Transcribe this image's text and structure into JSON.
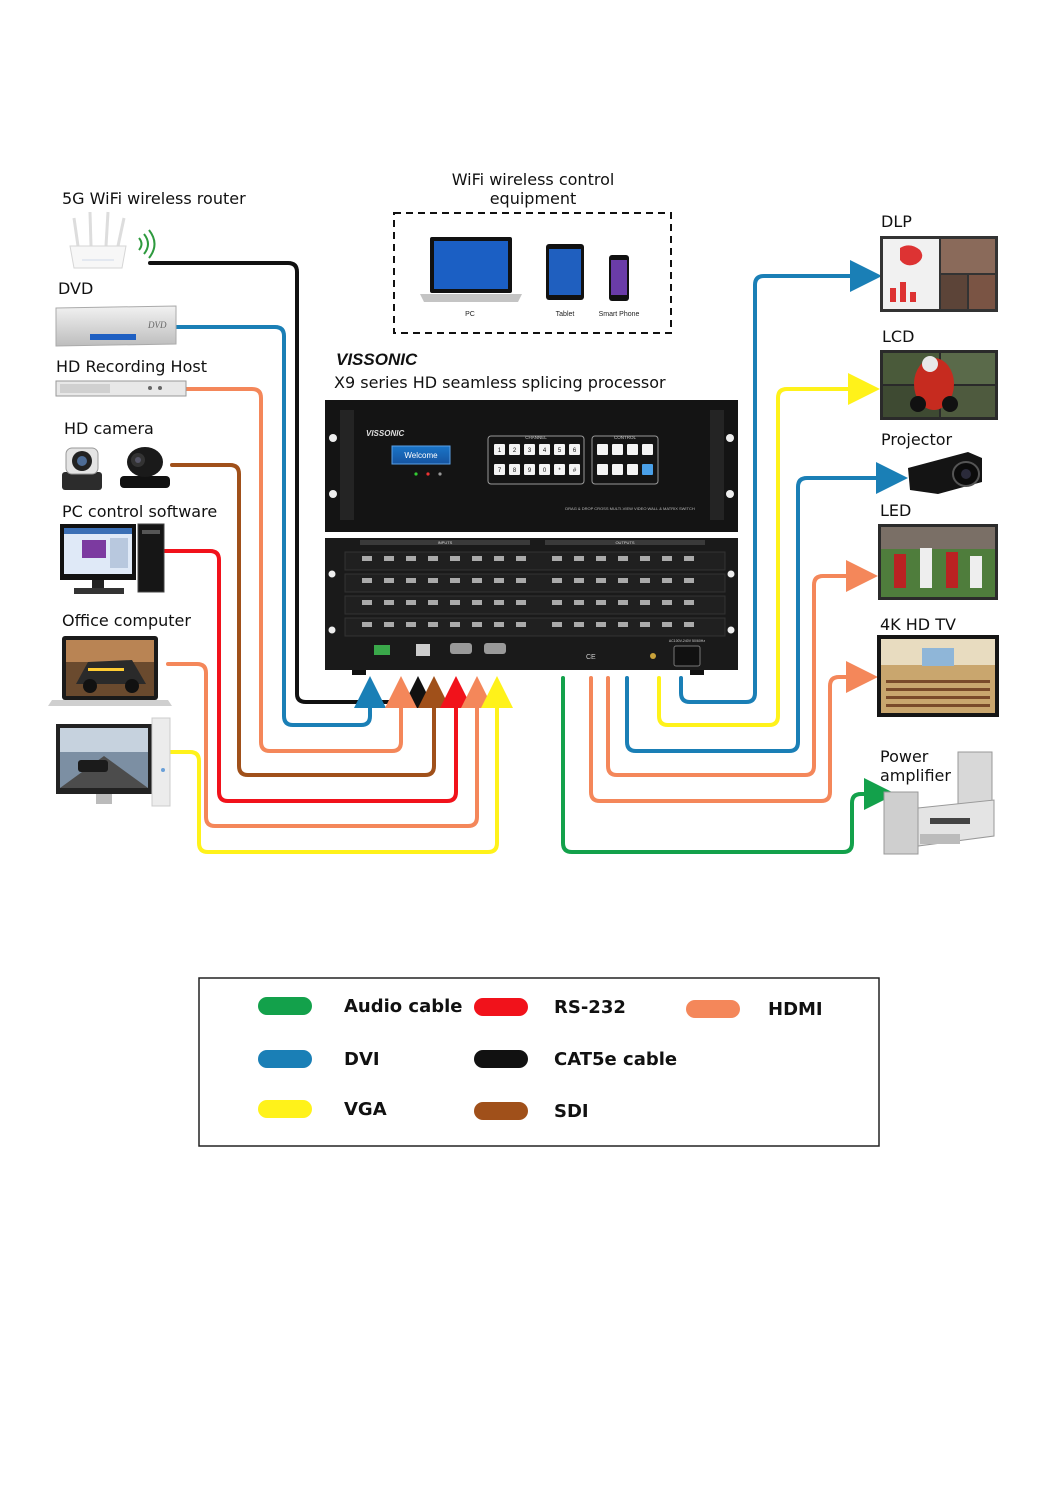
{
  "colors": {
    "audio": "#13a14b",
    "rs232": "#f1121b",
    "hdmi": "#f4875a",
    "dvi": "#1a7fb6",
    "cat5e": "#111111",
    "vga": "#fff21a",
    "sdi": "#a0501a"
  },
  "sources": {
    "router": "5G WiFi wireless router",
    "dvd": "DVD",
    "recorder": "HD Recording Host",
    "camera": "HD camera",
    "pc_software": "PC control software",
    "office": "Office computer"
  },
  "control": {
    "title_line1": "WiFi wireless control",
    "title_line2": "equipment",
    "pc": "PC",
    "tablet": "Tablet",
    "phone": "Smart Phone"
  },
  "processor": {
    "brand": "VISSONIC",
    "model": "X9 series HD seamless splicing processor",
    "panel_brand": "VISSONIC",
    "screen_text": "Welcome",
    "channel_label": "CHANNEL",
    "control_label": "CONTROL",
    "inputs_label": "INPUTS",
    "outputs_label": "OUTPUTS",
    "footer_text": "DRAG & DROP CROSS MULTI-VIEW VIDEO WALL & MATRIX SWITCH",
    "power_text": "AC100V-240V 50/60Hz",
    "channel_buttons": [
      "1",
      "2",
      "3",
      "4",
      "5",
      "6",
      "7",
      "8",
      "9",
      "0",
      "*",
      "#"
    ]
  },
  "outputs": {
    "dlp": "DLP",
    "lcd": "LCD",
    "projector": "Projector",
    "led": "LED",
    "tv": "4K HD TV",
    "amp_line1": "Power",
    "amp_line2": "amplifier"
  },
  "legend": [
    {
      "label": "Audio cable",
      "color": "#13a14b"
    },
    {
      "label": "RS-232",
      "color": "#f1121b"
    },
    {
      "label": "HDMI",
      "color": "#f4875a"
    },
    {
      "label": "DVI",
      "color": "#1a7fb6"
    },
    {
      "label": "CAT5e cable",
      "color": "#111111"
    },
    {
      "label": "VGA",
      "color": "#fff21a"
    },
    {
      "label": "SDI",
      "color": "#a0501a"
    }
  ]
}
